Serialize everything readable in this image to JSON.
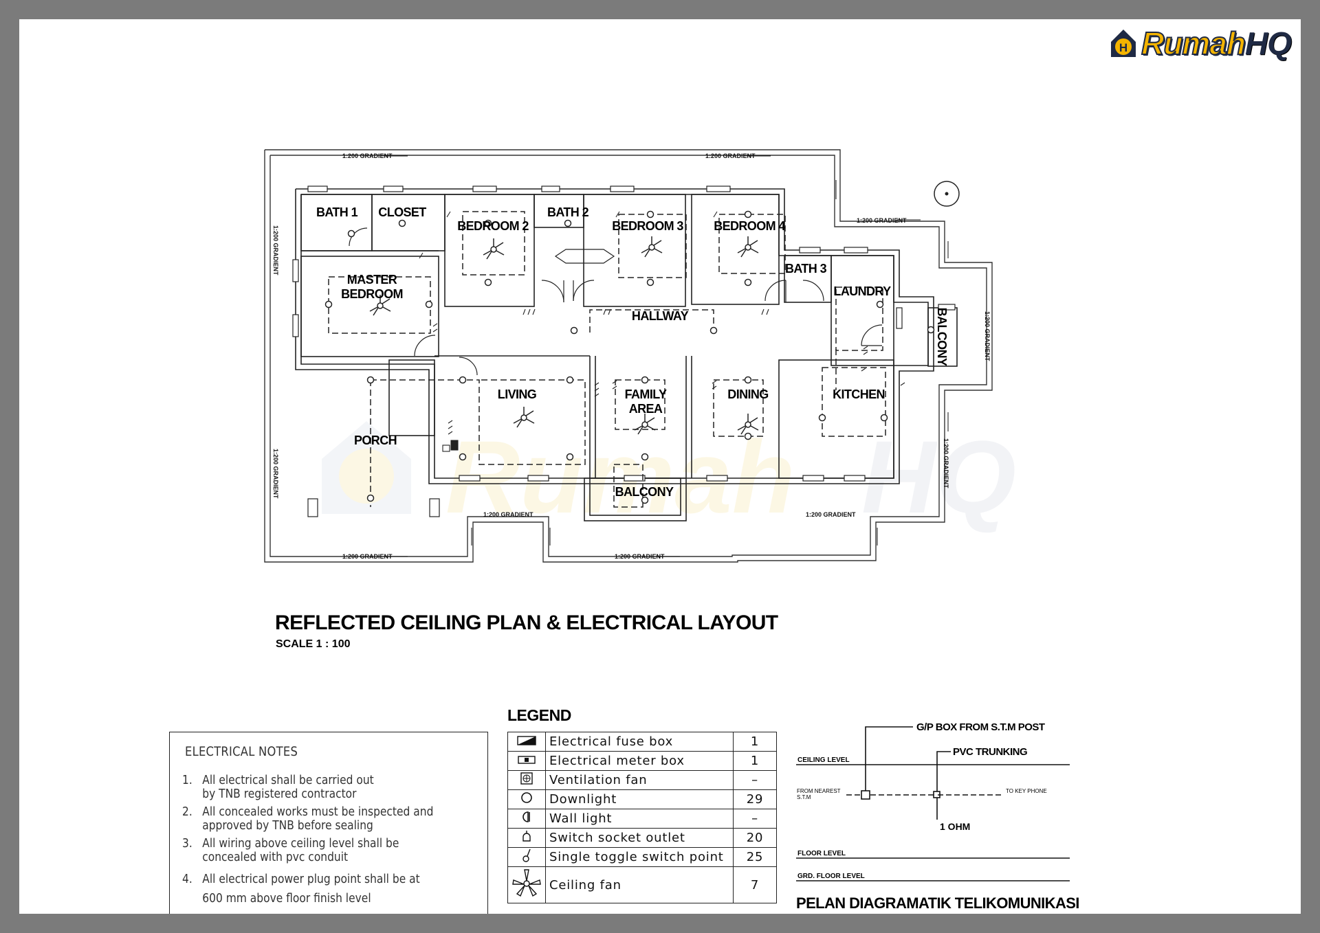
{
  "brand": {
    "part1": "Rumah",
    "part2": "HQ"
  },
  "plan": {
    "title": "REFLECTED CEILING PLAN & ELECTRICAL LAYOUT",
    "scale": "SCALE 1 : 100",
    "gradient_label": "1:200 GRADIENT",
    "rooms": {
      "bath1": "BATH 1",
      "closet": "CLOSET",
      "bedroom2": "BEDROOM 2",
      "bath2": "BATH 2",
      "bedroom3": "BEDROOM 3",
      "bedroom4": "BEDROOM 4",
      "master1": "MASTER",
      "master2": "BEDROOM",
      "bath3": "BATH 3",
      "laundry": "LAUNDRY",
      "hallway": "HALLWAY",
      "living": "LIVING",
      "family1": "FAMILY",
      "family2": "AREA",
      "dining": "DINING",
      "kitchen": "KITCHEN",
      "porch": "PORCH",
      "balcony": "BALCONY",
      "balcony_side": "BALCONY"
    }
  },
  "legend": {
    "title": "LEGEND",
    "items": [
      {
        "name": "Electrical fuse box",
        "qty": "1",
        "icon": "fuse-box-icon"
      },
      {
        "name": "Electrical meter box",
        "qty": "1",
        "icon": "meter-box-icon"
      },
      {
        "name": "Ventilation fan",
        "qty": "–",
        "icon": "ventilation-fan-icon"
      },
      {
        "name": "Downlight",
        "qty": "29",
        "icon": "downlight-icon"
      },
      {
        "name": "Wall light",
        "qty": "–",
        "icon": "wall-light-icon"
      },
      {
        "name": "Switch socket outlet",
        "qty": "20",
        "icon": "socket-outlet-icon"
      },
      {
        "name": "Single toggle switch point",
        "qty": "25",
        "icon": "toggle-switch-icon"
      },
      {
        "name": "Ceiling fan",
        "qty": "7",
        "icon": "ceiling-fan-icon"
      }
    ]
  },
  "notes": {
    "title": "ELECTRICAL NOTES",
    "items": [
      {
        "n": "1.",
        "l1": "All electrical shall be carried out",
        "l2": "by TNB registered contractor"
      },
      {
        "n": "2.",
        "l1": "All concealed works must be inspected and",
        "l2": "approved by TNB before sealing"
      },
      {
        "n": "3.",
        "l1": "All wiring above ceiling level shall be",
        "l2": "concealed with pvc conduit"
      },
      {
        "n": "4.",
        "l1": "All electrical power plug point shall be at",
        "l2": "600 mm above floor finish level"
      }
    ]
  },
  "telecom": {
    "gp_box": "G/P BOX FROM S.T.M POST",
    "pvc": "PVC TRUNKING",
    "ceiling": "CEILING LEVEL",
    "from1": "FROM NEAREST",
    "from2": "S.T.M",
    "to_key": "TO KEY PHONE",
    "ohm": "1 OHM",
    "floor": "FLOOR LEVEL",
    "grd": "GRD. FLOOR LEVEL",
    "title": "PELAN DIAGRAMATIK TELIKOMUNIKASI"
  }
}
